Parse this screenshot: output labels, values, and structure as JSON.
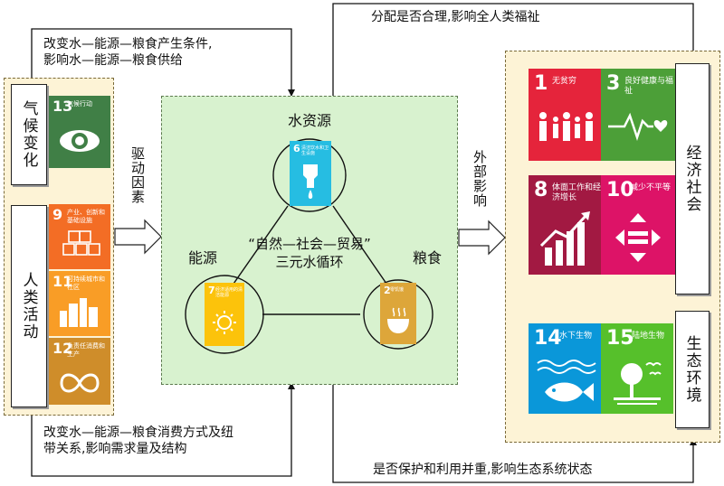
{
  "left": {
    "climate_label": "气候变化",
    "human_label": "人类活动",
    "driver_label": "驱动因素"
  },
  "top_left_caption": [
    "改变水—能源—粮食产生条件,",
    "影响水—能源—粮食供给"
  ],
  "bottom_left_caption": [
    "改变水—能源—粮食消费方式及纽",
    "带关系,影响需求量及结构"
  ],
  "top_right_caption": "分配是否合理,影响全人类福祉",
  "bottom_right_caption": "是否保护和利用并重,影响生态系统状态",
  "center": {
    "water_label": "水资源",
    "energy_label": "能源",
    "food_label": "粮食",
    "cycle_line1": "“自然—社会—贸易”",
    "cycle_line2": "三元水循环"
  },
  "external_label": "外部影响",
  "right": {
    "socio_label": "经济社会",
    "eco_label": "生态环境"
  },
  "sdg_tiles": [
    {
      "num": "13",
      "label": "气候行动",
      "color": "#407f46"
    },
    {
      "num": "9",
      "label": "产业、创新和基础设施",
      "color": "#f36d25"
    },
    {
      "num": "11",
      "label": "可持续城市和社区",
      "color": "#f99d26"
    },
    {
      "num": "12",
      "label": "负责任消费和生产",
      "color": "#cf8d2a"
    },
    {
      "num": "6",
      "label": "清洁饮水和卫生设施",
      "color": "#26bde2"
    },
    {
      "num": "7",
      "label": "经济适用的清洁能源",
      "color": "#fcc30b"
    },
    {
      "num": "2",
      "label": "零饥饿",
      "color": "#dda63a"
    },
    {
      "num": "1",
      "label": "无贫穷",
      "color": "#e5243b"
    },
    {
      "num": "3",
      "label": "良好健康与福祉",
      "color": "#4c9f38"
    },
    {
      "num": "8",
      "label": "体面工作和经济增长",
      "color": "#a21942"
    },
    {
      "num": "10",
      "label": "减少不平等",
      "color": "#dd1367"
    },
    {
      "num": "14",
      "label": "水下生物",
      "color": "#0a97d9"
    },
    {
      "num": "15",
      "label": "陆地生物",
      "color": "#56c02b"
    }
  ]
}
